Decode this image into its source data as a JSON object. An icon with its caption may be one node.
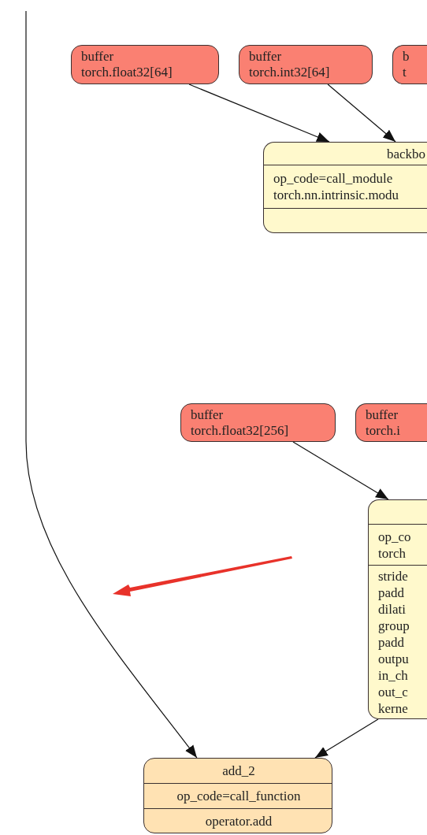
{
  "diagram": {
    "nodes": [
      {
        "text": [
          "buffer",
          "torch.float32[64]"
        ]
      },
      {
        "text": [
          "buffer",
          "torch.int32[64]"
        ]
      },
      {
        "text": [
          "b",
          "t"
        ]
      },
      {
        "text": [
          "backbo",
          "op_code=call_module",
          "torch.nn.intrinsic.modu"
        ]
      },
      {
        "text": [
          "buffer",
          "torch.float32[256]"
        ]
      },
      {
        "text": [
          "buffer",
          "torch.i"
        ]
      },
      {
        "text": [
          "op_co",
          "torch",
          "stride",
          "padd",
          "dilati",
          "group",
          "padd",
          "outpu",
          "in_ch",
          "out_c",
          "kerne"
        ]
      },
      {
        "text": [
          "add_2",
          "op_code=call_function",
          "operator.add"
        ]
      }
    ],
    "edges": [
      {
        "from": 0,
        "to": 3,
        "arrow": "to"
      },
      {
        "from": 1,
        "to": 3,
        "arrow": "to"
      },
      {
        "from": 4,
        "to": 6,
        "arrow": "to"
      },
      {
        "from": 6,
        "to": 7,
        "arrow": "to"
      },
      {
        "from": null,
        "to": 7,
        "arrow": "to"
      }
    ]
  }
}
